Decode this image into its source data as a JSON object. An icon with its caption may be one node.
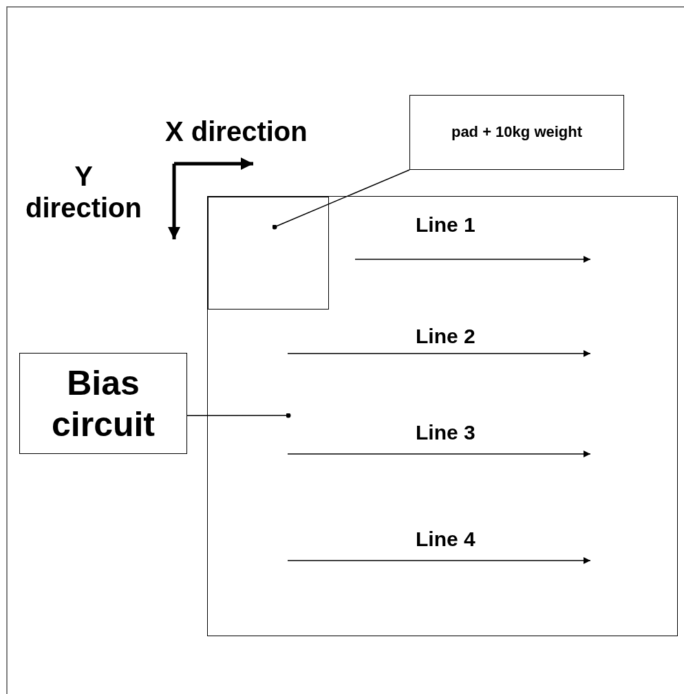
{
  "diagram": {
    "nodes": [
      {
        "text": [
          "pad + 10kg weight"
        ]
      },
      {
        "text": [],
        "shape": "box"
      },
      {
        "text": [],
        "shape": "box",
        "in": 1
      },
      {
        "text": [
          "Bias circuit"
        ]
      }
    ],
    "edges": [
      {
        "from": 0,
        "to": 2,
        "arrow": "other"
      },
      {
        "from": 3,
        "to": 1,
        "arrow": "other"
      }
    ],
    "labels": [
      "X direction",
      "Y direction",
      "Line 1",
      "Line 2",
      "Line 3",
      "Line 4"
    ]
  }
}
